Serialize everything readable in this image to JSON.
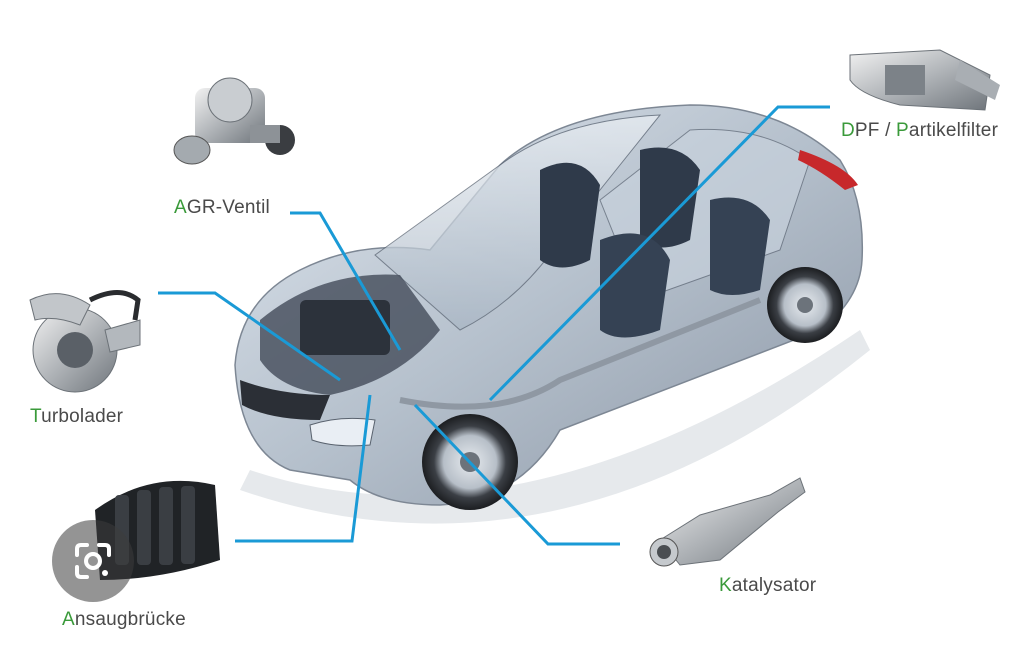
{
  "components": [
    {
      "id": "agr",
      "first": "A",
      "rest": "GR-Ventil"
    },
    {
      "id": "dpf",
      "first": "D",
      "rest": "PF / ",
      "first2": "P",
      "rest2": "artikelfilter"
    },
    {
      "id": "turbo",
      "first": "T",
      "rest": "urbolader"
    },
    {
      "id": "ansaug",
      "first": "A",
      "rest": "nsaugbrücke"
    },
    {
      "id": "kat",
      "first": "K",
      "rest": "atalysator"
    }
  ],
  "colors": {
    "leader_line": "#1a9ad6",
    "initial_letter": "#3a9a3a",
    "label_text": "#4a4a4a",
    "car_body": "#b9c3cf"
  },
  "overlay": {
    "icon": "lens-search-icon"
  }
}
